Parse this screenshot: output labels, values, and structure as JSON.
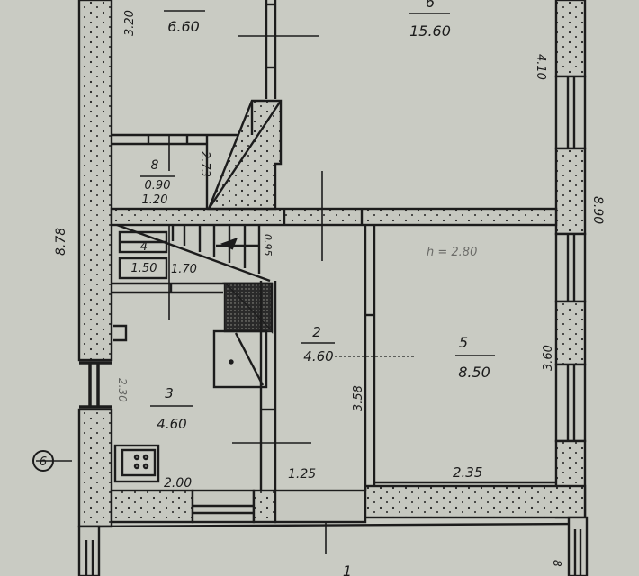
{
  "drawing": {
    "type": "floor-plan",
    "paper_color": "#c9cbc3",
    "ink_color": "#1c1c1c",
    "fill_color": "#c3c5bd"
  },
  "rooms": [
    {
      "id": "room-top-left",
      "number": "",
      "area": "6.60"
    },
    {
      "id": "room-top-right",
      "number": "6",
      "area": "15.60"
    },
    {
      "id": "room-8",
      "number": "8",
      "area": "0.90",
      "dimension": "1.20"
    },
    {
      "id": "room-stair-closet",
      "number": "4",
      "area": "1.50"
    },
    {
      "id": "room-2",
      "number": "2",
      "area": "4.60"
    },
    {
      "id": "room-3",
      "number": "3",
      "area": "4.60"
    },
    {
      "id": "room-5",
      "number": "5",
      "area": "8.50"
    },
    {
      "id": "room-1",
      "number": "1",
      "area": ""
    }
  ],
  "dimensions": {
    "top_left_height": "3.20",
    "room6_height": "4.10",
    "room8_height": "2.73",
    "stair_width": "1.70",
    "stair_vert": "0.95",
    "room2_height": "3.58",
    "room5_height": "3.60",
    "room3_height": "2.30",
    "room3_width": "2.00",
    "room2_width": "1.25",
    "room5_width": "2.35",
    "ceiling_height": "h = 2.80",
    "overall_left": "8.78",
    "overall_right": "8.90",
    "bottom_right_partial": "8"
  },
  "markers": {
    "axis_marker": "6"
  }
}
